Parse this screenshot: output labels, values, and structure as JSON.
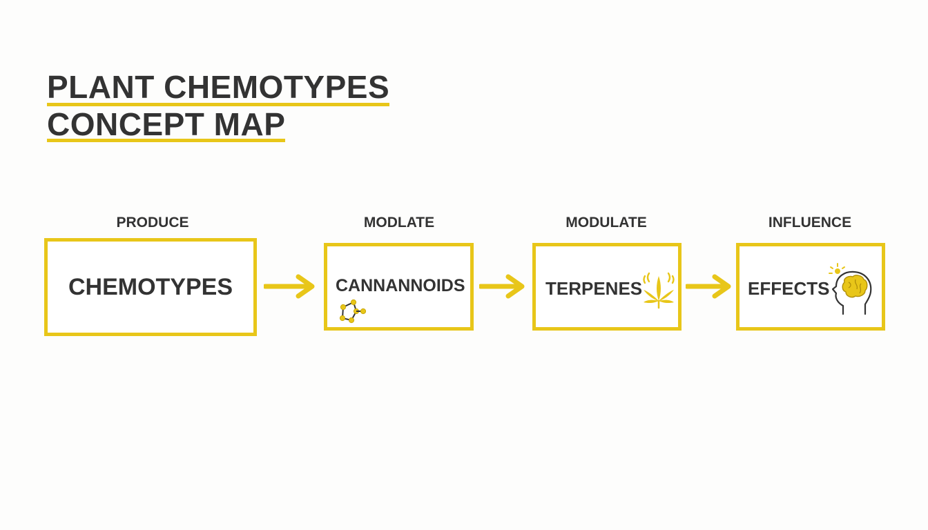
{
  "title": {
    "line1": "PLANT CHEMOTYPES",
    "line2": "CONCEPT MAP"
  },
  "colors": {
    "accent": "#e8c619",
    "text": "#333333",
    "background": "#fdfdfc"
  },
  "nodes": [
    {
      "label": "PRODUCE",
      "text": "CHEMOTYPES"
    },
    {
      "label": "MODLATE",
      "text": "CANNANNOIDS",
      "icon": "molecule-icon"
    },
    {
      "label": "MODULATE",
      "text": "TERPENES",
      "icon": "cannabis-leaf-icon"
    },
    {
      "label": "INFLUENCE",
      "text": "EFFECTS",
      "icon": "head-brain-icon"
    }
  ],
  "edges": [
    {
      "from": "CHEMOTYPES",
      "to": "CANNANNOIDS"
    },
    {
      "from": "CANNANNOIDS",
      "to": "TERPENES"
    },
    {
      "from": "TERPENES",
      "to": "EFFECTS"
    }
  ]
}
